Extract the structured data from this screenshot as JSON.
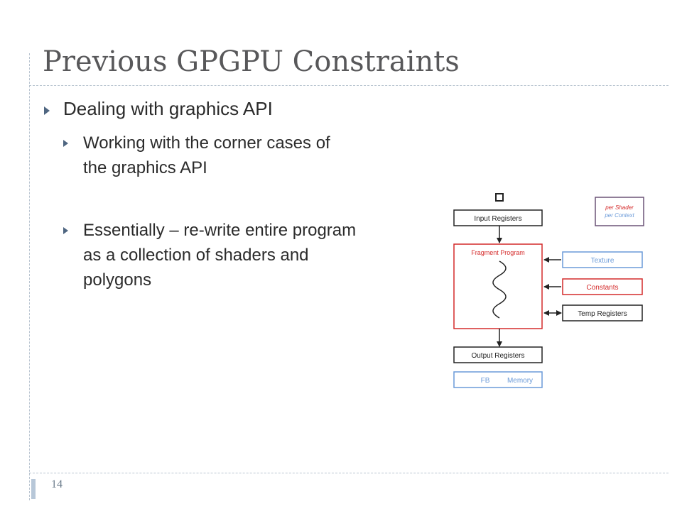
{
  "slide": {
    "title": "Previous GPGPU Constraints",
    "page_number": "14"
  },
  "bullets": {
    "main": "Dealing with graphics API",
    "sub": [
      {
        "line1": "Working with the corner cases of",
        "line2": "the graphics API"
      },
      {
        "line1": "Essentially – re-write entire program",
        "line2": "as a collection of shaders and",
        "line3": "polygons"
      }
    ]
  },
  "diagram": {
    "input_registers": "Input Registers",
    "fragment_program": "Fragment Program",
    "output_registers": "Output Registers",
    "fb": "FB",
    "memory": "Memory",
    "texture": "Texture",
    "constants": "Constants",
    "temp_registers": "Temp Registers",
    "legend_per_shader": "per Shader",
    "legend_per_context": "per Context",
    "colors": {
      "blue": "#6a9ad8",
      "red": "#d42a2a",
      "purple": "#6b5377",
      "black": "#222222"
    }
  }
}
